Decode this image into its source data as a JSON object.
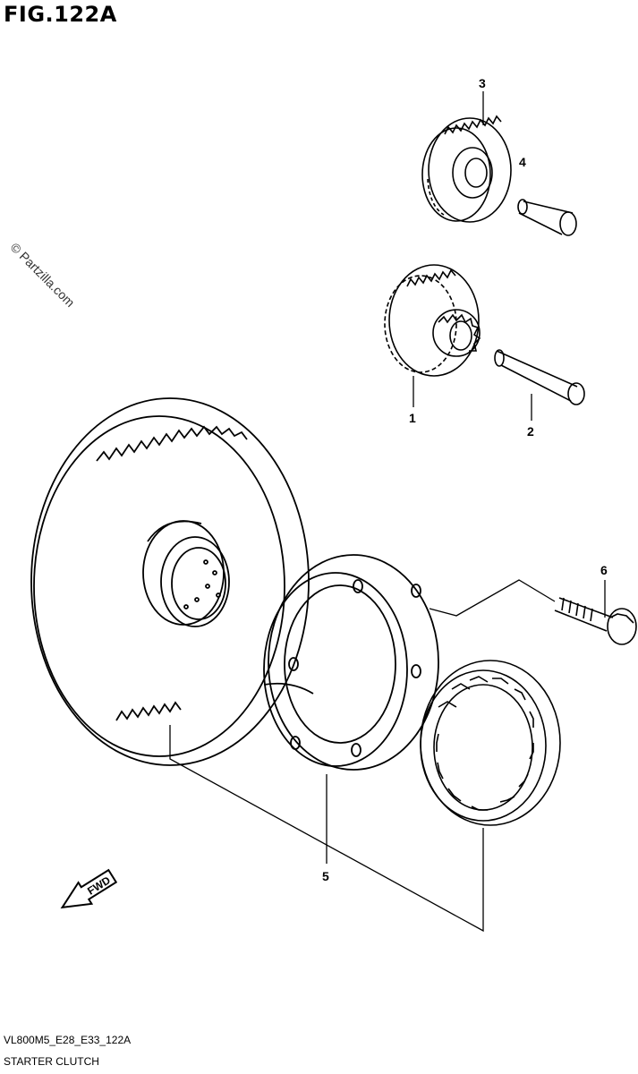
{
  "figure": {
    "title": "FIG.122A",
    "watermark": "© Partzilla.com",
    "code": "VL800M5_E28_E33_122A",
    "caption": "STARTER CLUTCH"
  },
  "callouts": {
    "p1": "1",
    "p2": "2",
    "p3": "3",
    "p4": "4",
    "p5": "5",
    "p6": "6"
  },
  "arrow": {
    "label": "FWD"
  }
}
